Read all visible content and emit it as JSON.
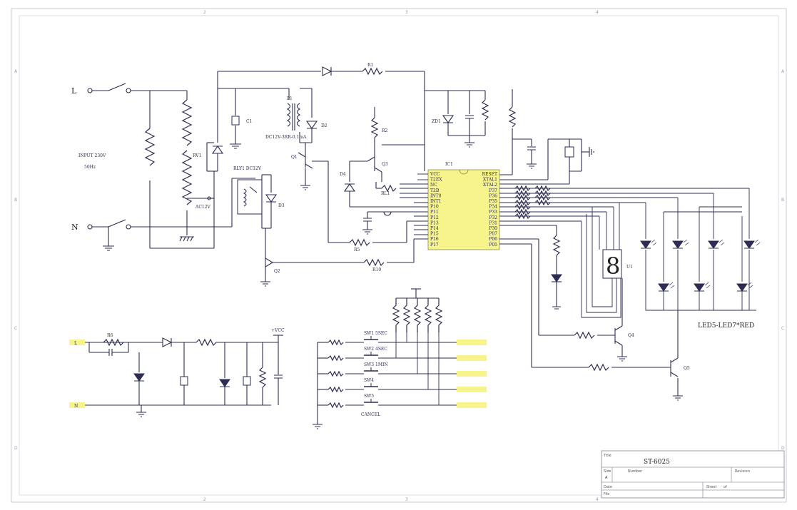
{
  "power": {
    "line_label": "L",
    "neutral_label": "N",
    "input_voltage": "INPUT 230V",
    "input_freq": "50Hz",
    "ac_label": "AC12V",
    "transformer_label": "DC12V-3RR-0.1mA",
    "relay_label": "RLY1 DC12V"
  },
  "ic": {
    "designator": "IC1",
    "left_pins": [
      "VCC",
      "T2EX",
      "NC",
      "T2B",
      "INT0",
      "INT1",
      "P10",
      "P11",
      "P12",
      "P13",
      "P14",
      "P15",
      "P16",
      "P17"
    ],
    "right_pins": [
      "RESET",
      "XTAL1",
      "XTAL2",
      "P37",
      "P36",
      "P35",
      "P34",
      "P33",
      "P32",
      "P31",
      "P30",
      "P07",
      "P06",
      "P05"
    ]
  },
  "display": {
    "led_group_label": "LED5-LED7*RED",
    "seg_designator": "U1",
    "digit": "8"
  },
  "keys": {
    "labels": [
      "SW1 5SEC",
      "SW2 4SEC",
      "SW3 1MIN",
      "SW4",
      "SW5"
    ],
    "button_caption": "CANCEL"
  },
  "supply": {
    "l_pin": "L",
    "n_pin": "N",
    "vcc": "+VCC"
  },
  "title_block": {
    "title_label": "Title",
    "title": "ST-6025",
    "size_label": "Size",
    "size": "A",
    "number_label": "Number",
    "revision_label": "Revision",
    "date_label": "Date",
    "file_label": "File",
    "sheet_label": "Sheet",
    "sheet_of": "of"
  }
}
